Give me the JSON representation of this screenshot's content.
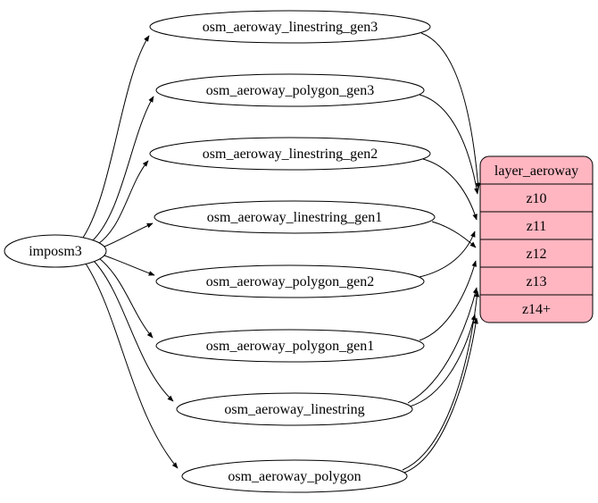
{
  "nodes": {
    "source": {
      "label": "imposm3"
    },
    "tables": [
      {
        "label": "osm_aeroway_linestring_gen3"
      },
      {
        "label": "osm_aeroway_polygon_gen3"
      },
      {
        "label": "osm_aeroway_linestring_gen2"
      },
      {
        "label": "osm_aeroway_linestring_gen1"
      },
      {
        "label": "osm_aeroway_polygon_gen2"
      },
      {
        "label": "osm_aeroway_polygon_gen1"
      },
      {
        "label": "osm_aeroway_linestring"
      },
      {
        "label": "osm_aeroway_polygon"
      }
    ],
    "layer": {
      "header": "layer_aeroway",
      "rows": [
        "z10",
        "z11",
        "z12",
        "z13",
        "z14+"
      ]
    }
  },
  "colors": {
    "layer_fill": "#ffb6c1",
    "node_fill": "#ffffff",
    "stroke": "#000000"
  },
  "edges": [
    {
      "from": "imposm3",
      "to": "osm_aeroway_linestring_gen3"
    },
    {
      "from": "imposm3",
      "to": "osm_aeroway_polygon_gen3"
    },
    {
      "from": "imposm3",
      "to": "osm_aeroway_linestring_gen2"
    },
    {
      "from": "imposm3",
      "to": "osm_aeroway_linestring_gen1"
    },
    {
      "from": "imposm3",
      "to": "osm_aeroway_polygon_gen2"
    },
    {
      "from": "imposm3",
      "to": "osm_aeroway_polygon_gen1"
    },
    {
      "from": "imposm3",
      "to": "osm_aeroway_linestring"
    },
    {
      "from": "imposm3",
      "to": "osm_aeroway_polygon"
    },
    {
      "from": "osm_aeroway_linestring_gen3",
      "to": "z10"
    },
    {
      "from": "osm_aeroway_polygon_gen3",
      "to": "z10"
    },
    {
      "from": "osm_aeroway_linestring_gen2",
      "to": "z11"
    },
    {
      "from": "osm_aeroway_polygon_gen2",
      "to": "z11"
    },
    {
      "from": "osm_aeroway_linestring_gen1",
      "to": "z12"
    },
    {
      "from": "osm_aeroway_polygon_gen1",
      "to": "z12"
    },
    {
      "from": "osm_aeroway_linestring",
      "to": "z13"
    },
    {
      "from": "osm_aeroway_linestring",
      "to": "z14+"
    },
    {
      "from": "osm_aeroway_polygon",
      "to": "z13"
    },
    {
      "from": "osm_aeroway_polygon",
      "to": "z14+"
    }
  ]
}
